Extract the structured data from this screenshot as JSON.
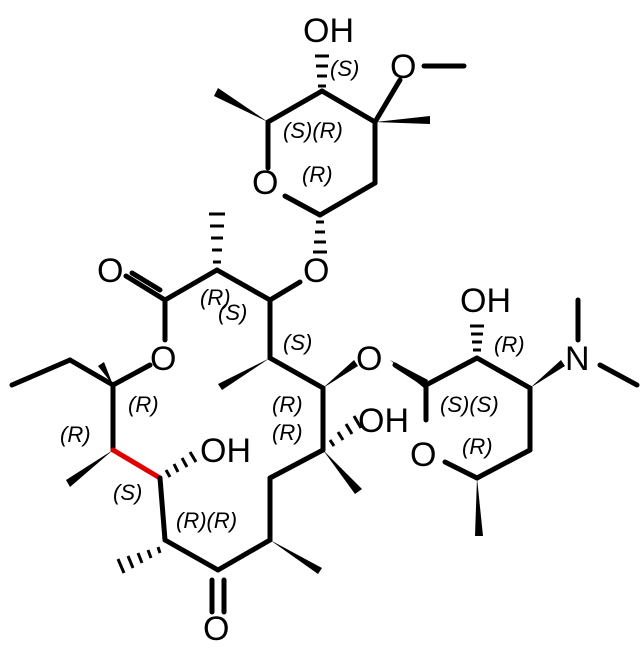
{
  "molecule": {
    "highlight_bond_color": "#e00000",
    "atom_labels": {
      "oh_top": "OH",
      "ome_o": "O",
      "ring_o_sugar1": "O",
      "glyco_o1": "O",
      "carbonyl_o_lactone": "O",
      "lactone_o": "O",
      "glyco_o2": "O",
      "oh_right_sugar": "OH",
      "n_dimethyl": "N",
      "oh_macro_c6": "OH",
      "oh_macro_c11": "OH",
      "ring_o_sugar2": "O",
      "ketone_o": "O"
    },
    "stereo_labels": {
      "s_top": "(S)",
      "sr_sugar1": "(S)(R)",
      "r_anomeric1": "(R)",
      "r_c2": "(R)",
      "s_c2": "(S)",
      "s_c3": "(S)",
      "r_c13": "(R)",
      "r_c12": "(R)",
      "s_c11": "(S)",
      "rr_c8": "(R)(R)",
      "r_c5": "(R)",
      "r_c6": "(R)",
      "r_sugar2_c2": "(R)",
      "ss_sugar2": "(S)(S)",
      "r_sugar2_c5": "(R)"
    }
  }
}
